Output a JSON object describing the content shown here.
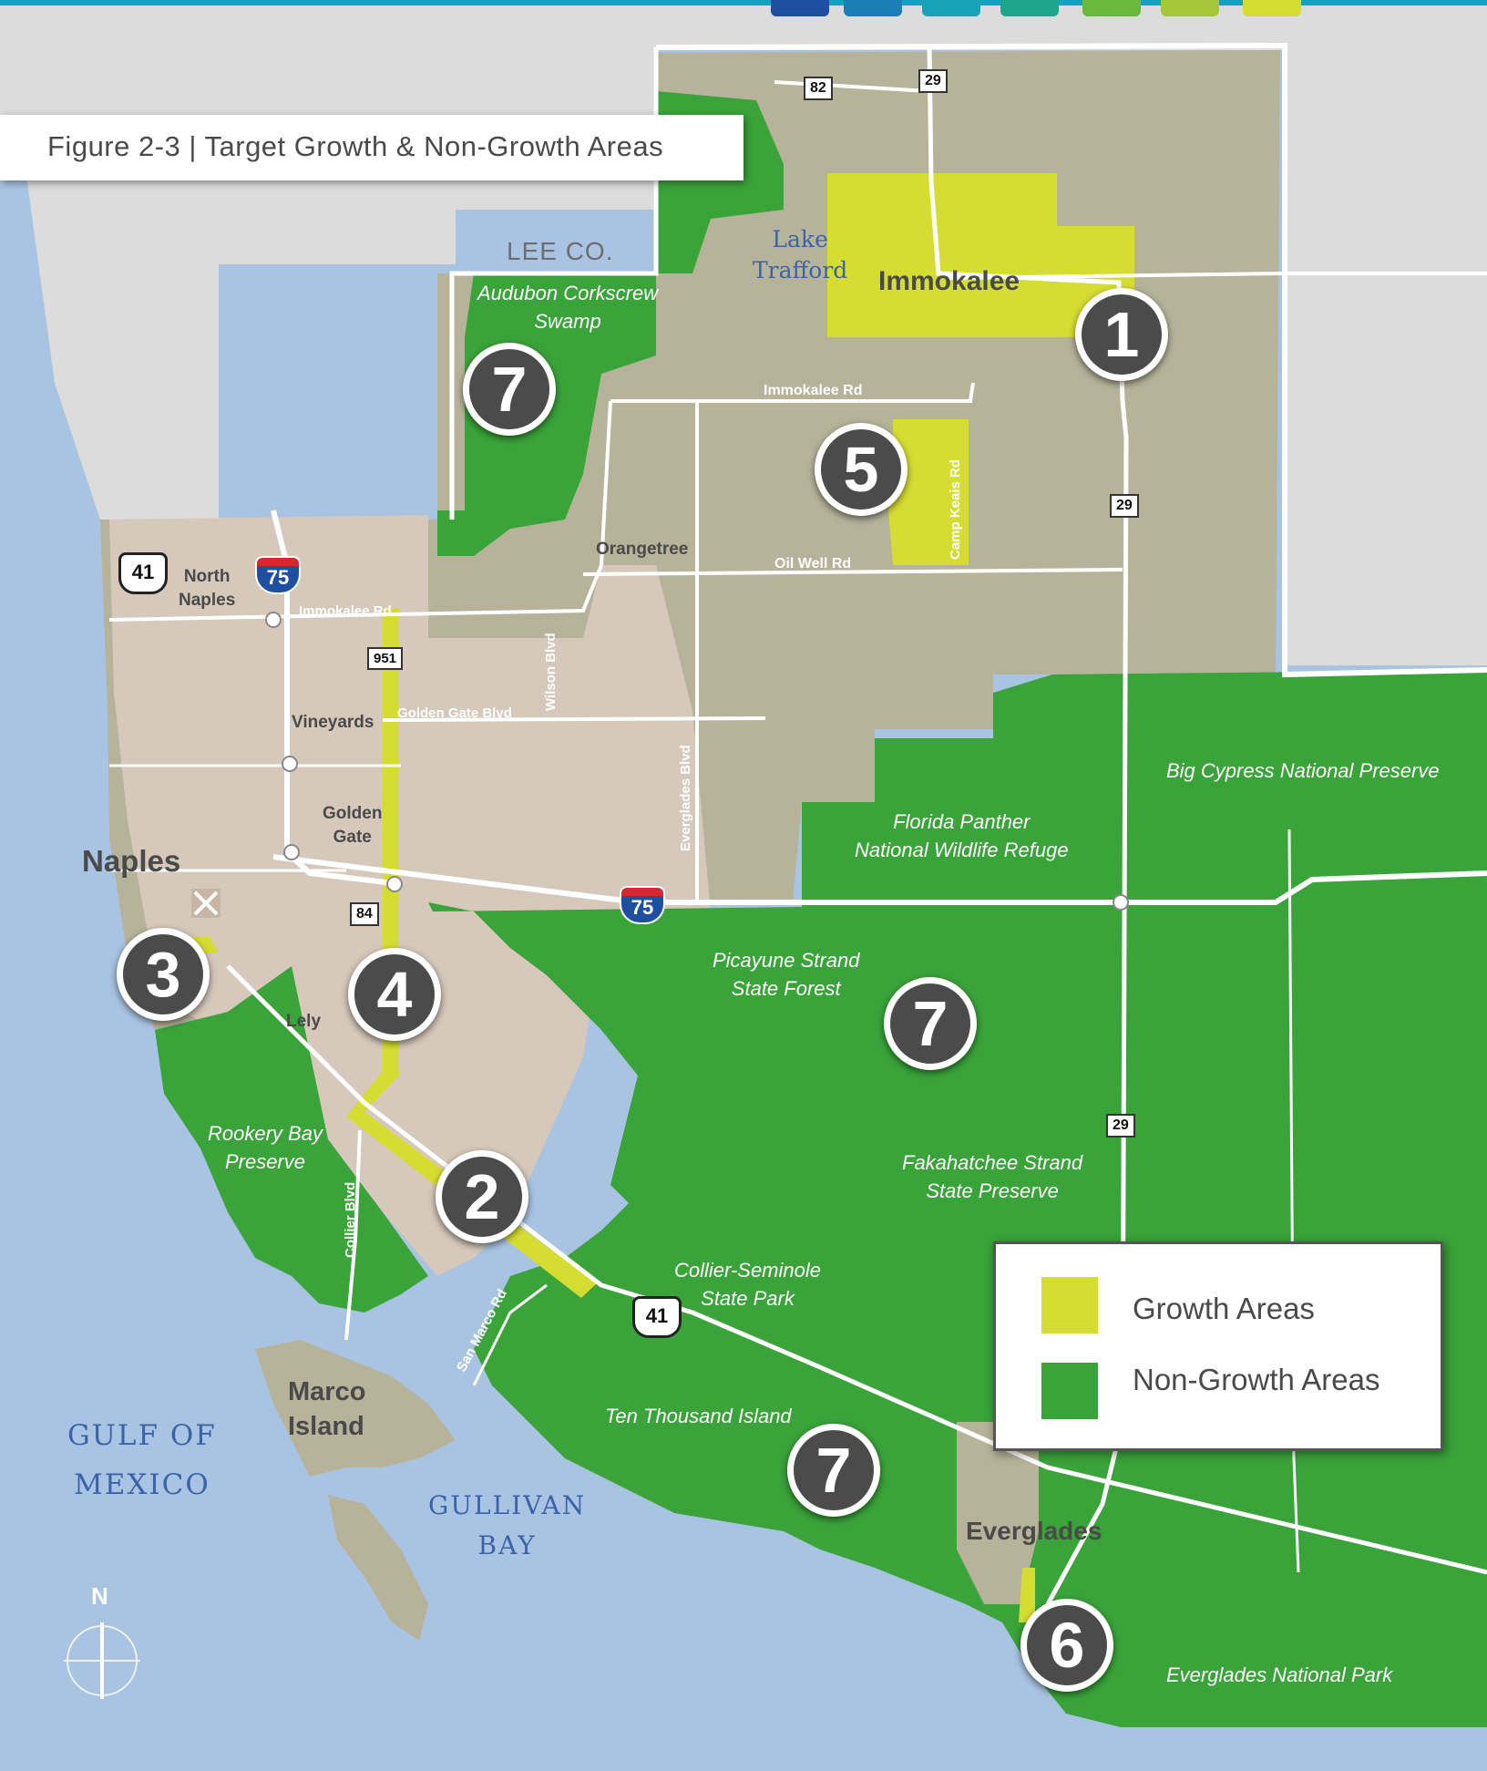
{
  "figure": {
    "title": "Figure 2-3 | Target Growth & Non-Growth Areas"
  },
  "legend": {
    "items": [
      {
        "label": "Growth Areas",
        "color": "#d6dd32"
      },
      {
        "label": "Non-Growth Areas",
        "color": "#3aa339"
      }
    ]
  },
  "colors": {
    "water": "#a9c4e2",
    "growth": "#d6dd32",
    "non_growth": "#3aa339",
    "rural": "#b6b39a",
    "urban": "#d6c8ba",
    "lee_county": "#dcdcdc",
    "header_accent": "#1b9fbf"
  },
  "places": {
    "lee_co": "LEE CO.",
    "immokalee": "Immokalee",
    "naples": "Naples",
    "north_naples": "North\nNaples",
    "vineyards": "Vineyards",
    "golden_gate": "Golden\nGate",
    "orangetree": "Orangetree",
    "lely": "Lely",
    "marco_island": "Marco\nIsland",
    "everglades": "Everglades"
  },
  "natural_areas": {
    "audubon": "Audubon Corkscrew\nSwamp",
    "big_cypress": "Big Cypress National Preserve",
    "panther": "Florida Panther\nNational Wildlife Refuge",
    "picayune": "Picayune Strand\nState Forest",
    "rookery": "Rookery Bay\nPreserve",
    "fakahatchee": "Fakahatchee Strand\nState Preserve",
    "collier_seminole": "Collier-Seminole\nState Park",
    "ten_thousand": "Ten Thousand Island",
    "everglades_np": "Everglades National Park"
  },
  "water_bodies": {
    "lake_trafford": "Lake\nTrafford",
    "gulf": "GULF OF\nMEXICO",
    "gullivan": "GULLIVAN\nBAY"
  },
  "roads": {
    "immokalee_rd_east": "Immokalee Rd",
    "immokalee_rd_west": "Immokalee Rd",
    "oil_well": "Oil Well Rd",
    "golden_gate_blvd": "Golden Gate Blvd",
    "wilson": "Wilson Blvd",
    "everglades_blvd": "Everglades Blvd",
    "camp_keais": "Camp Keais Rd",
    "collier_blvd": "Collier Blvd",
    "san_marco": "San Marco Rd"
  },
  "shields": {
    "sr82": "82",
    "sr29_top": "29",
    "sr29_mid": "29",
    "sr29_low": "29",
    "cr951": "951",
    "sr84": "84",
    "i75_north": "75",
    "i75_east": "75",
    "us41_north": "41",
    "us41_south": "41"
  },
  "badges": {
    "b1": "1",
    "b2": "2",
    "b3": "3",
    "b4": "4",
    "b5": "5",
    "b6": "6",
    "b7a": "7",
    "b7b": "7",
    "b7c": "7"
  },
  "compass": {
    "north": "N"
  }
}
